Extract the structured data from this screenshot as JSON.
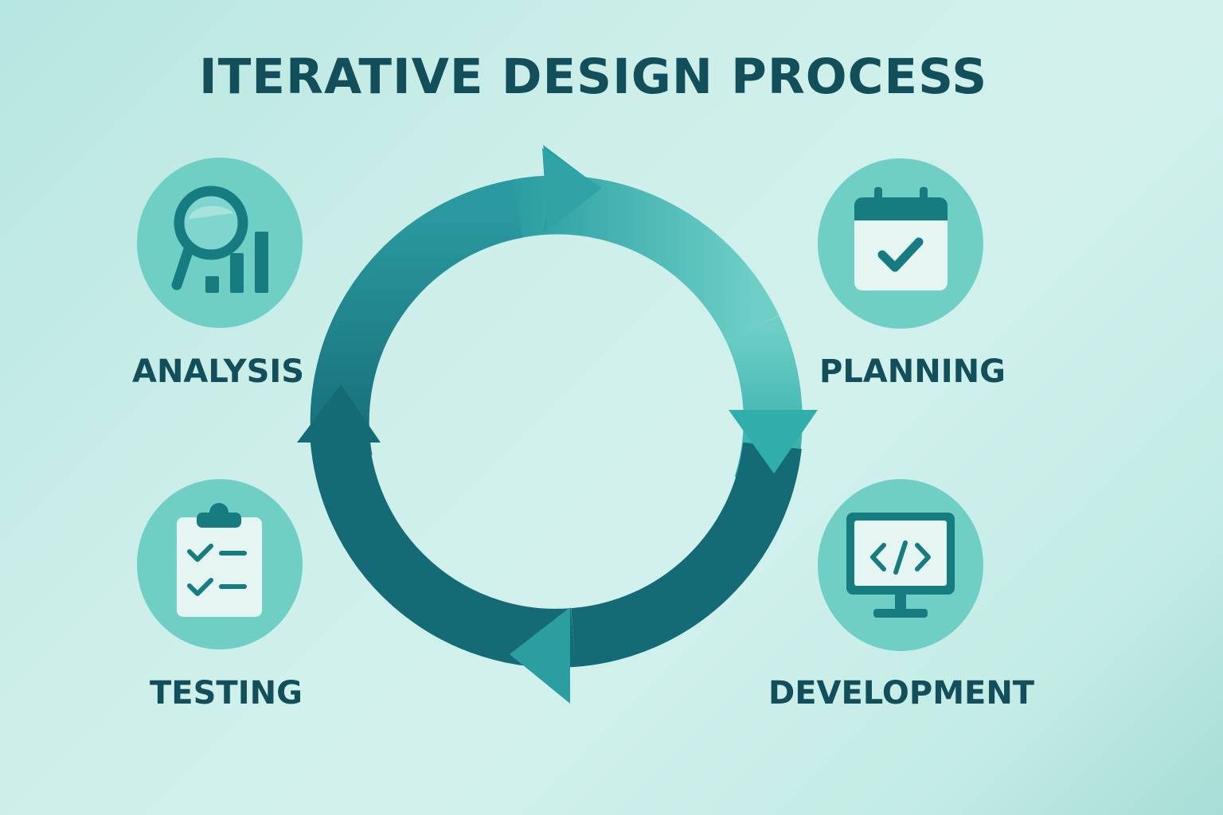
{
  "title": "ITERATIVE DESIGN PROCESS",
  "stages": [
    {
      "label": "ANALYSIS",
      "icon": "magnifier-bar-chart-icon"
    },
    {
      "label": "PLANNING",
      "icon": "calendar-check-icon"
    },
    {
      "label": "DEVELOPMENT",
      "icon": "monitor-code-icon"
    },
    {
      "label": "TESTING",
      "icon": "clipboard-checklist-icon"
    }
  ],
  "colors": {
    "text": "#124f5a",
    "circle_fill": "#6fcfc5",
    "icon_dark": "#177c7f",
    "icon_light": "#e4f5f2",
    "arrow_light": "#6dcfc6",
    "arrow_mid": "#2a9ea1",
    "arrow_dark": "#146b76"
  }
}
